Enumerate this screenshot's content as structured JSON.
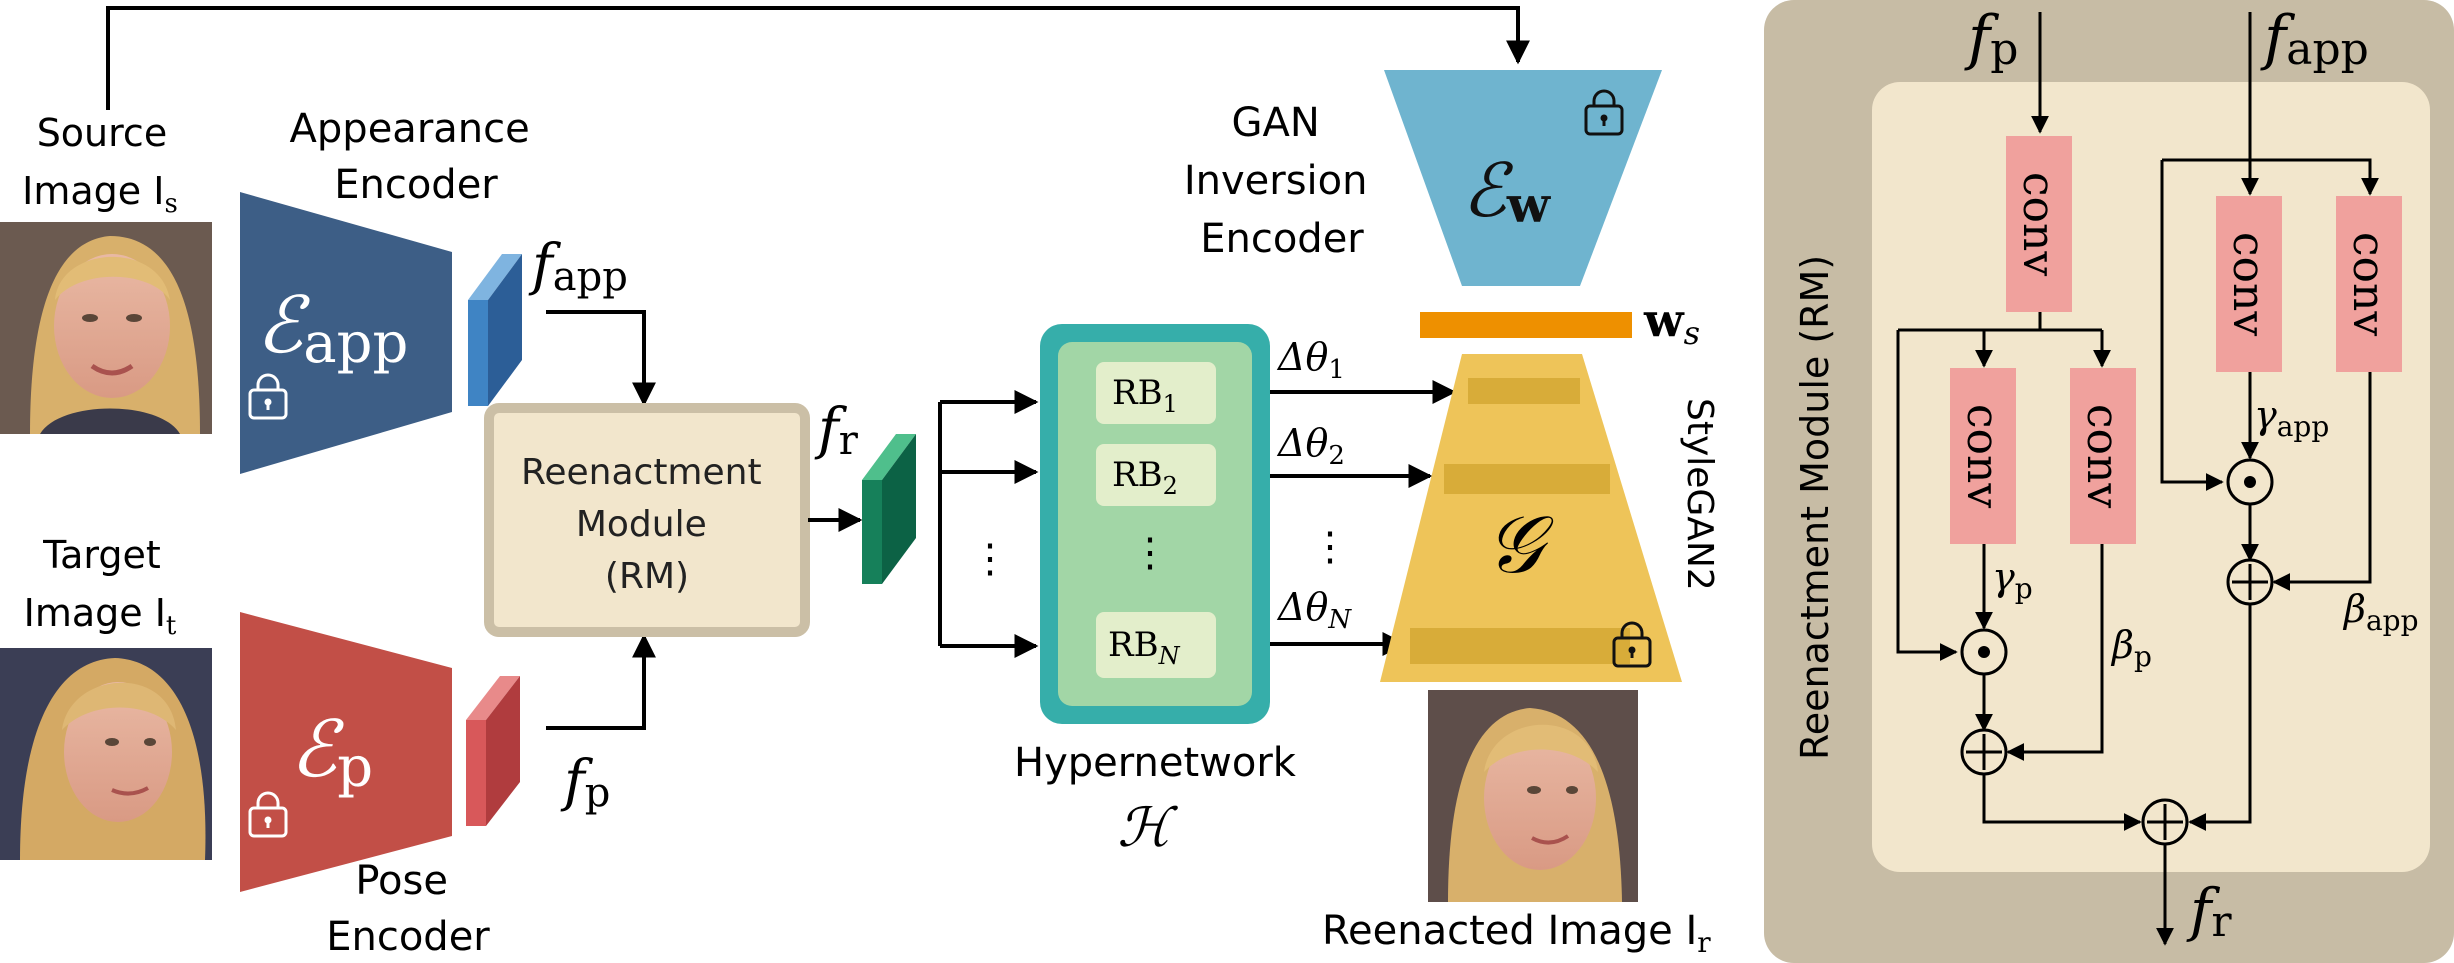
{
  "labels": {
    "source_image": {
      "line1": "Source",
      "line2": "Image I",
      "sub": "s"
    },
    "target_image": {
      "line1": "Target",
      "line2": "Image I",
      "sub": "t"
    },
    "appearance_encoder": {
      "line1": "Appearance",
      "line2": "Encoder"
    },
    "pose_encoder": {
      "line1": "Pose",
      "line2": "Encoder"
    },
    "enc_app": {
      "base": "ℰ",
      "sub": "app"
    },
    "enc_p": {
      "base": "ℰ",
      "sub": "p"
    },
    "f_app": {
      "base": "f",
      "sub": "app"
    },
    "f_p": {
      "base": "f",
      "sub": "p"
    },
    "f_r": {
      "base": "f",
      "sub": "r"
    },
    "rm": {
      "line1": "Reenactment",
      "line2": "Module",
      "line3": "(RM)"
    },
    "hypernetwork": {
      "label": "Hypernetwork",
      "symbol": "ℋ"
    },
    "rb": [
      {
        "base": "RB",
        "sub": "1"
      },
      {
        "base": "RB",
        "sub": "2"
      },
      {
        "base": "RB",
        "sub": "N"
      }
    ],
    "delta": [
      {
        "base": "Δθ",
        "sub": "1"
      },
      {
        "base": "Δθ",
        "sub": "2"
      },
      {
        "base": "Δθ",
        "sub": "N"
      }
    ],
    "vdots": "⋮",
    "gan_inversion": {
      "line1": "GAN",
      "line2": "Inversion",
      "line3": "Encoder"
    },
    "enc_w": {
      "base": "ℰ",
      "sub": "w"
    },
    "ws": {
      "base": "w",
      "sub": "s"
    },
    "generator": "𝒢",
    "stylegan2": "StyleGAN2",
    "reenacted_image": {
      "text": "Reenacted Image I",
      "sub": "r"
    }
  },
  "rm_panel": {
    "title": "Reenactment Module (RM)",
    "conv": "conv",
    "f_p": {
      "base": "f",
      "sub": "p"
    },
    "f_app": {
      "base": "f",
      "sub": "app"
    },
    "f_r": {
      "base": "f",
      "sub": "r"
    },
    "gamma_p": {
      "base": "γ",
      "sub": "p"
    },
    "beta_p": {
      "base": "β",
      "sub": "p"
    },
    "gamma_app": {
      "base": "γ",
      "sub": "app"
    },
    "beta_app": {
      "base": "β",
      "sub": "app"
    }
  },
  "colors": {
    "enc_app": "#3d5e86",
    "enc_p": "#c24f47",
    "feat_app": "#3f84c4",
    "feat_p": "#d8585a",
    "feat_r": "#16805a",
    "rm_box_fill": "#f2e6cc",
    "rm_box_border": "#cbbfa6",
    "hyper_outer": "#36aeaa",
    "hyper_inner": "#a2d6a6",
    "rb_fill": "#e3eecb",
    "gan_enc": "#6fb4cf",
    "ws_bar": "#ee9000",
    "generator": "#eec459",
    "generator_bars": "#d8ac39",
    "panel_outer": "#c7bca5",
    "panel_inner": "#f2e6cc",
    "conv_fill": "#f0a19d"
  }
}
